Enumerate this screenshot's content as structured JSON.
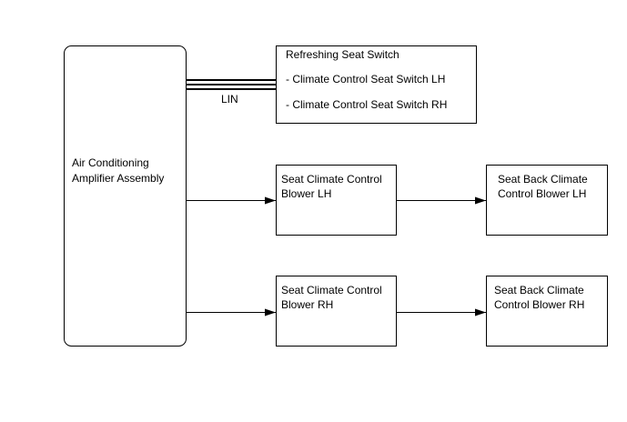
{
  "amplifier": {
    "line1": "Air Conditioning",
    "line2": "Amplifier Assembly"
  },
  "switch_box": {
    "title": "Refreshing Seat Switch",
    "item1": "- Climate Control Seat Switch LH",
    "item2": "- Climate Control Seat Switch RH"
  },
  "bus_label": "LIN",
  "blower_lh": {
    "line1": "Seat Climate Control",
    "line2": "Blower LH"
  },
  "blower_rh": {
    "line1": "Seat Climate Control",
    "line2": "Blower RH"
  },
  "back_blower_lh": {
    "line1": "Seat Back Climate",
    "line2": "Control Blower LH"
  },
  "back_blower_rh": {
    "line1": "Seat Back Climate",
    "line2": "Control Blower RH"
  }
}
